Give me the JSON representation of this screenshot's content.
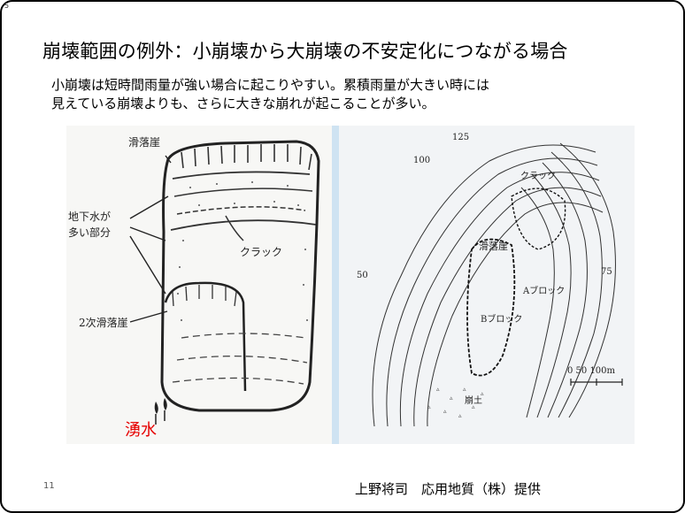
{
  "corner_mark": "5",
  "title": "崩壊範囲の例外：小崩壊から大崩壊の不安定化につながる場合",
  "body_lines": [
    "小崩壊は短時間雨量が強い場合に起こりやすい。累積雨量が大きい時には",
    "見えている崩壊よりも、さらに大きな崩れが起こることが多い。"
  ],
  "left_figure": {
    "labels": {
      "scarp": "滑落崖",
      "groundwater_line1": "地下水が",
      "groundwater_line2": "多い部分",
      "crack": "クラック",
      "secondary_scarp": "2次滑落崖"
    }
  },
  "right_figure": {
    "labels": {
      "scarp": "滑落崖",
      "crack": "クラック",
      "block_a": "Aブロック",
      "block_b": "Bブロック",
      "debris": "崩土",
      "scale": "0   50  100m",
      "contour_50": "50",
      "contour_75": "75",
      "contour_100": "100",
      "contour_125": "125"
    }
  },
  "spring_label": "湧水",
  "page_number": "11",
  "credit": "上野将司　応用地質（株）提供",
  "colors": {
    "accent_red": "#e60000",
    "divider_blue": "#cfe3f2",
    "border": "#000000"
  }
}
